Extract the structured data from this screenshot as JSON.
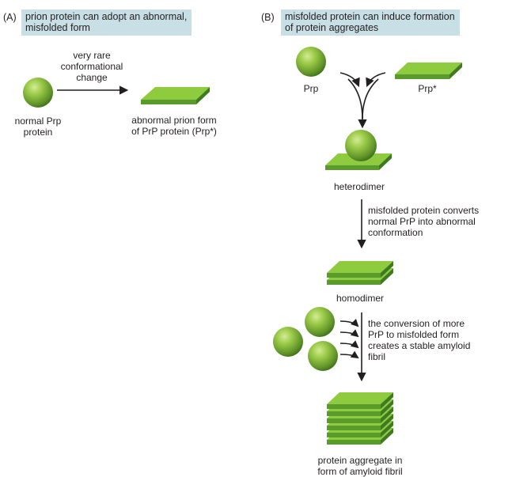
{
  "colors": {
    "banner_bg": "#c9dfe6",
    "sheet_top": "#8ecb3f",
    "sheet_side": "#4f8f27",
    "sphere_light": "#b9dd72",
    "sphere_dark": "#3e6d1a",
    "arrow": "#231f20"
  },
  "panel_a": {
    "label": "(A)",
    "heading": "prion protein can adopt an abnormal,\nmisfolded form",
    "arrow_label": "very rare\nconformational\nchange",
    "normal_label": "normal Prp\nprotein",
    "abnormal_label": "abnormal prion form\nof PrP protein (Prp*)"
  },
  "panel_b": {
    "label": "(B)",
    "heading": "misfolded protein can induce formation\nof protein aggregates",
    "prp_label": "Prp",
    "prp_star_label": "Prp*",
    "heterodimer_label": "heterodimer",
    "step1_text": "misfolded protein converts\nnormal PrP into abnormal\nconformation",
    "homodimer_label": "homodimer",
    "step2_text": "the conversion of more\nPrP to misfolded form\ncreates a stable amyloid\nfibril",
    "aggregate_label": "protein aggregate in\nform of amyloid fibril"
  }
}
